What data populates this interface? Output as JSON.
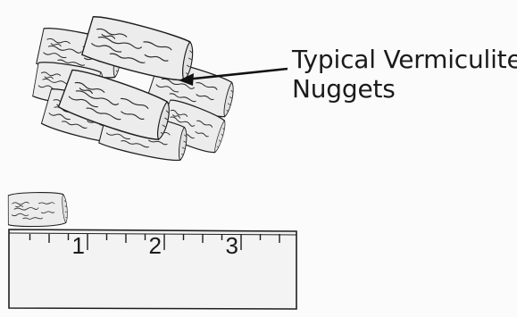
{
  "annotation": {
    "line1": "Typical Vermiculite",
    "line2": "Nuggets"
  },
  "ruler": {
    "labels": [
      "1",
      "2",
      "3"
    ],
    "unit": "inch",
    "ticks_per_unit": 4
  },
  "colors": {
    "background": "#fbfbfb",
    "nugget_fill": "#ececec",
    "nugget_stroke": "#1e1e1e",
    "ruler_fill": "#f3f3f3"
  }
}
